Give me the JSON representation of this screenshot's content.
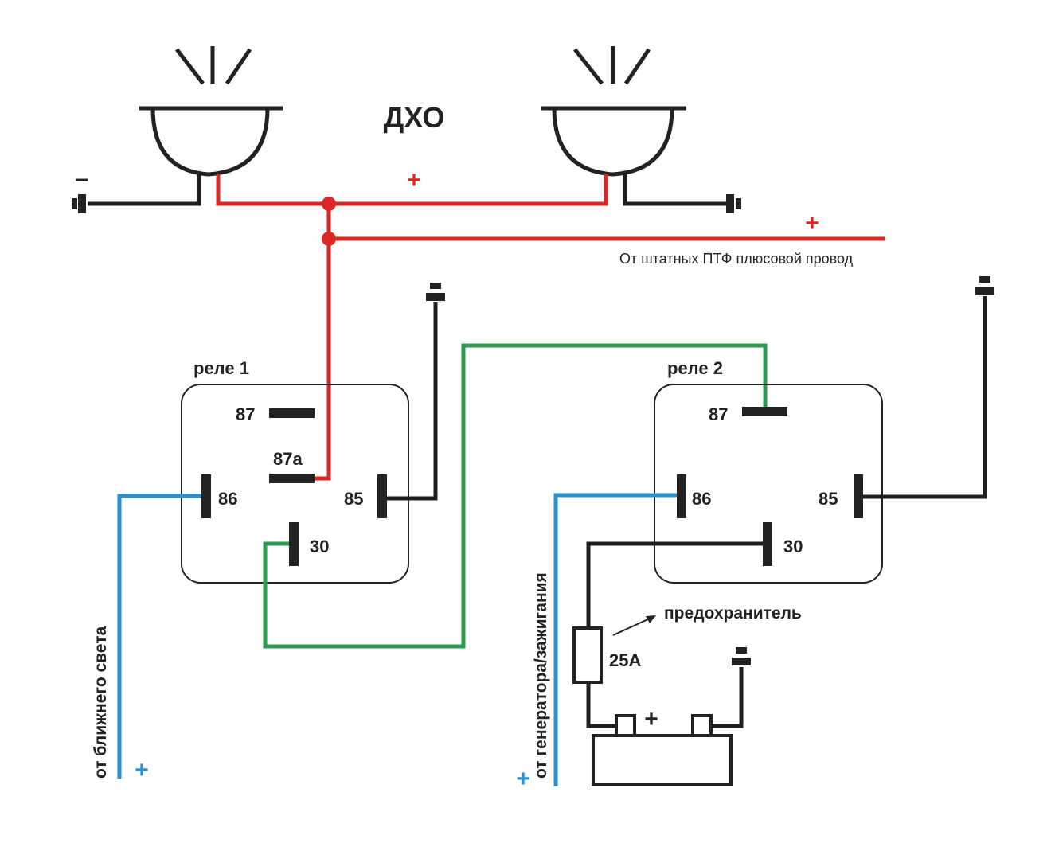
{
  "title": "ДХО",
  "colors": {
    "plus_wire": "#dc2727",
    "signal_wire": "#2e8fd0",
    "link_wire": "#2f9a52",
    "ground_wire": "#1f1f1f",
    "relay_body": "#222222"
  },
  "lamps": {
    "polarity_minus": "–",
    "polarity_plus": "+"
  },
  "ptf_feed": {
    "polarity": "+",
    "label": "От штатных ПТФ плюсовой провод"
  },
  "relay1": {
    "name": "реле 1",
    "pins": {
      "p87": "87",
      "p87a": "87а",
      "p86": "86",
      "p85": "85",
      "p30": "30"
    },
    "input_label": "от ближнего света",
    "input_polarity": "+"
  },
  "relay2": {
    "name": "реле 2",
    "pins": {
      "p87": "87",
      "p86": "86",
      "p85": "85",
      "p30": "30"
    },
    "input_label": "от генератора/зажигания",
    "input_polarity": "+"
  },
  "fuse": {
    "rating": "25А",
    "callout": "предохранитель"
  },
  "battery": {
    "polarity": "+"
  }
}
